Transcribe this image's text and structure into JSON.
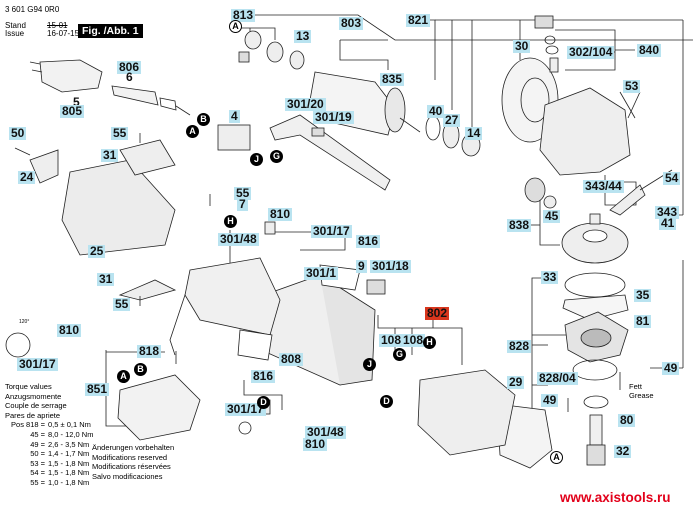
{
  "header": {
    "part_number": "3 601 G94 0R0",
    "stand_label": "Stand",
    "issue_label": "Issue",
    "stand_date_struck": "15-01",
    "issue_date": "16-07-15",
    "figure_label": "Fig. /Abb. 1"
  },
  "labels": {
    "l813": "813",
    "l803": "803",
    "l821": "821",
    "l840": "840",
    "l13": "13",
    "l835": "835",
    "l806": "806",
    "l6": "6",
    "l5": "5",
    "l805": "805",
    "l30": "30",
    "l302_104": "302/104",
    "l53": "53",
    "l40": "40",
    "l27": "27",
    "l14": "14",
    "l4": "4",
    "l301_20": "301/20",
    "l301_19": "301/19",
    "l50": "50",
    "l55a": "55",
    "l31a": "31",
    "l24": "24",
    "l25": "25",
    "l55b": "55",
    "l7": "7",
    "l810a": "810",
    "l301_48a": "301/48",
    "l301_17a": "301/17",
    "l816a": "816",
    "l9": "9",
    "l301_18": "301/18",
    "l301_1": "301/1",
    "l31b": "31",
    "l55c": "55",
    "l810b": "810",
    "l301_17b": "301/17",
    "l802": "802",
    "l108a": "108",
    "l108b": "108",
    "l808": "808",
    "l818": "818",
    "l851": "851",
    "l816b": "816",
    "l301_17c": "301/17",
    "l301_48b": "301/48",
    "l810c": "810",
    "l343_44": "343/44",
    "l45": "45",
    "l54": "54",
    "l343": "343",
    "l41": "41",
    "l838": "838",
    "l33": "33",
    "l35": "35",
    "l81": "81",
    "l828": "828",
    "l828_04": "828/04",
    "l49a": "49",
    "l49b": "49",
    "l29": "29",
    "l80": "80",
    "l32": "32"
  },
  "callouts": {
    "A1": "A",
    "A2": "A",
    "A3": "A",
    "A4": "A",
    "B1": "B",
    "B2": "B",
    "J1": "J",
    "J2": "J",
    "G1": "G",
    "G2": "G",
    "H1": "H",
    "H2": "H",
    "D1": "D",
    "D2": "D"
  },
  "torque": {
    "title_lines": [
      "Torque values",
      "Anzugsmomente",
      "Couple de serrage",
      "Pares de apriete"
    ],
    "rows": [
      {
        "pos": "Pos 818 =",
        "value": "0,5 ± 0,1 Nm"
      },
      {
        "pos": "45 =",
        "value": "8,0 - 12,0 Nm"
      },
      {
        "pos": "49 =",
        "value": "2,6 - 3,5 Nm"
      },
      {
        "pos": "50 =",
        "value": "1,4 - 1,7 Nm"
      },
      {
        "pos": "53 =",
        "value": "1,5 - 1,8 Nm"
      },
      {
        "pos": "54 =",
        "value": "1,5 - 1,8 Nm"
      },
      {
        "pos": "55 =",
        "value": "1,0 - 1,8 Nm"
      }
    ]
  },
  "modifications": [
    "Änderungen vorbehalten",
    "Modifications reserved",
    "Modifications réservées",
    "Salvo modificaciones"
  ],
  "grease_note": [
    "Fett",
    "Grease"
  ],
  "angle_note": "120°",
  "website": "www.axistools.ru",
  "colors": {
    "label_bg": "#b9e3f0",
    "highlight_bg": "#d9361d",
    "url": "#e2001a"
  }
}
